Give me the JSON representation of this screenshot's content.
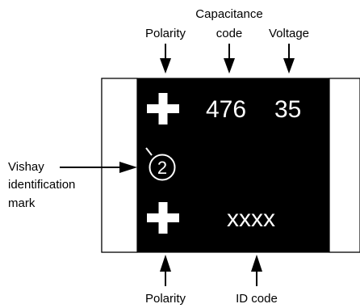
{
  "labels": {
    "top_polarity": "Polarity",
    "capacitance_code_line1": "Capacitance",
    "capacitance_code_line2": "code",
    "voltage": "Voltage",
    "vishay_line1": "Vishay",
    "vishay_line2": "identification",
    "vishay_line3": "mark",
    "bottom_polarity": "Polarity",
    "id_code": "ID code"
  },
  "marking": {
    "capacitance_value": "476",
    "voltage_value": "35",
    "vishay_mark_digit": "2",
    "id_code_value": "xxxx"
  },
  "colors": {
    "chip_body": "#000000",
    "marking_text": "#ffffff",
    "outline": "#000000",
    "background": "#ffffff"
  }
}
